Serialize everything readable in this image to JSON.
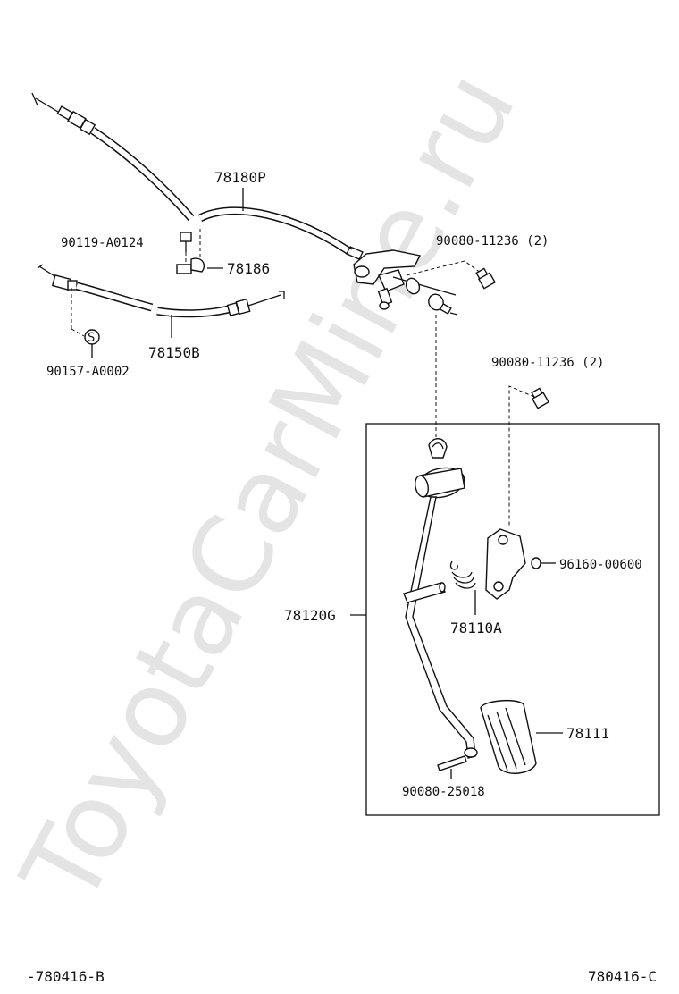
{
  "watermark": "ToyotaCarMine.ru",
  "part_labels": {
    "cable_upper": "78180P",
    "bolt_clamp": "90119-A0124",
    "clamp": "78186",
    "bolt_top_right": "90080-11236 (2)",
    "cable_lower": "78150B",
    "grommet": "90157-A0002",
    "bolt_bracket": "90080-11236 (2)",
    "nut": "96160-00600",
    "pedal_assy": "78120G",
    "spring": "78110A",
    "pedal_pad": "78111",
    "pin": "90080-25018"
  },
  "footer": {
    "left_code": "-780416-B",
    "right_code": "780416-C"
  },
  "colors": {
    "line": "#111111",
    "background": "#ffffff",
    "watermark": "#e4e4e4"
  }
}
